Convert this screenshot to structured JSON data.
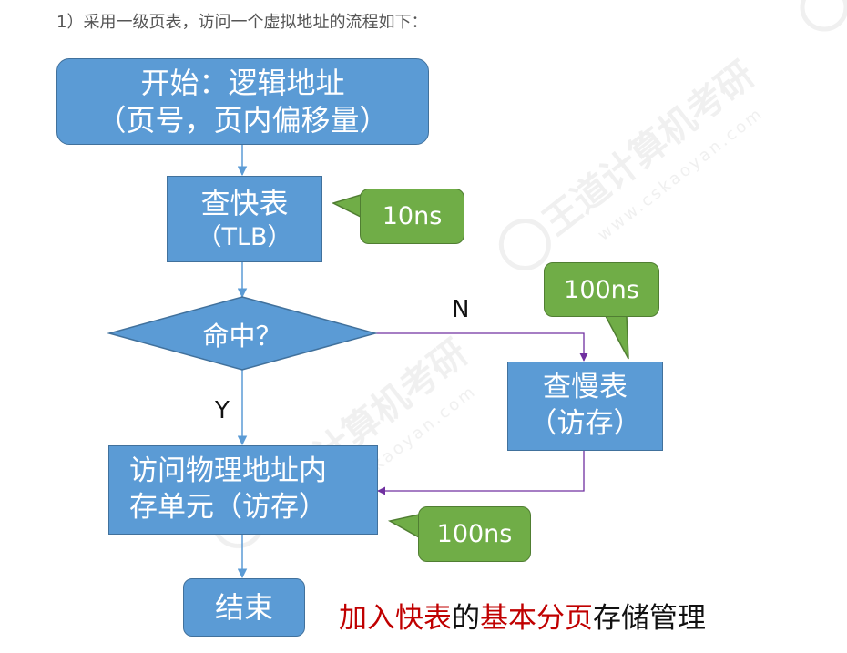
{
  "heading": "1）采用一级页表，访问一个虚拟地址的流程如下：",
  "colors": {
    "box_fill": "#5b9bd5",
    "box_border": "#41719c",
    "bubble_fill": "#70ad47",
    "bubble_border": "#507e32",
    "caption_red": "#c00000",
    "caption_black": "#111111",
    "yes_line": "#5b9bd5",
    "no_line": "#7030a0"
  },
  "flow": {
    "start_line1": "开始：逻辑地址",
    "start_line2": "（页号，页内偏移量）",
    "tlb_line1": "查快表",
    "tlb_line2": "（TLB）",
    "hit": "命中？",
    "yes": "Y",
    "no": "N",
    "slow_line1": "查慢表",
    "slow_line2": "（访存）",
    "access_line1": "访问物理地址内",
    "access_line2": "存单元（访存）",
    "end": "结束"
  },
  "callouts": {
    "tlb_time": "10ns",
    "slow_time": "100ns",
    "access_time": "100ns"
  },
  "caption": {
    "part1": "加入快表",
    "part2": "的",
    "part3": "基本分页",
    "part4": "存储管理"
  },
  "watermark": {
    "logo_text": "王道计算机考研",
    "url": "www.cskaoyan.com"
  }
}
